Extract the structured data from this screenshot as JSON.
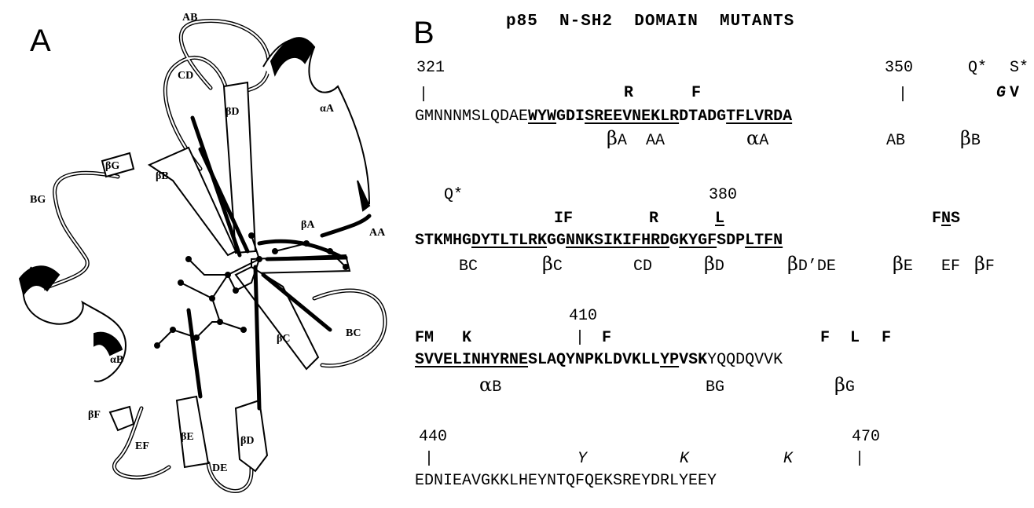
{
  "panel_a": {
    "letter": "A",
    "labels": {
      "AB": "AB",
      "CD": "CD",
      "bD_top": "βD",
      "bG": "βG",
      "bB": "βB",
      "aA": "αA",
      "BG": "BG",
      "bA": "βA",
      "AA": "AA",
      "BC": "BC",
      "aB": "αB",
      "bC": "βC",
      "bF": "βF",
      "EF": "EF",
      "bE": "βE",
      "bD_bottom": "βD",
      "DE": "DE"
    }
  },
  "panel_b": {
    "letter": "B",
    "title": "p85  N-SH2  DOMAIN  MUTANTS",
    "block1": {
      "num_start": "321",
      "num_mid": "350",
      "top_right_q": "Q*",
      "top_right_s": "S*",
      "tick_left": "|",
      "tick_mid": "|",
      "mut_R": "R",
      "mut_F": "F",
      "mut_G": "G",
      "mut_V": "V",
      "seq_a": "GMNNNMSLQDAE",
      "seq_b": "WYW",
      "seq_c": "GDI",
      "seq_d": "SREEVNEKLR",
      "seq_e": "DTADG",
      "seq_f": "TFLVRDA",
      "ss_bA_g": "β",
      "ss_bA_t": "A",
      "ss_AA": "AA",
      "ss_aA_g": "α",
      "ss_aA_t": "A",
      "ss_AB": "AB",
      "ss_bB_g": "β",
      "ss_bB_t": "B"
    },
    "block2": {
      "q_star": "Q*",
      "num": "380",
      "mut_IF": "IF",
      "mut_R": "R",
      "mut_L": "L",
      "mut_F": "F",
      "mut_N": "N",
      "mut_S": "S",
      "seq_a": "STKMHG",
      "seq_b": "DYTLTLRK",
      "seq_c": "GG",
      "seq_d": "NNKSIKIFHRD",
      "seq_e": "G",
      "seq_f": "KYGF",
      "seq_g": "SDP",
      "seq_h": "LTFN",
      "ss_BC": "BC",
      "ss_bC_g": "β",
      "ss_bC_t": "C",
      "ss_CD": "CD",
      "ss_bD_g": "β",
      "ss_bD_t": "D",
      "ss_bDp_g": "β",
      "ss_bDp_t": "D’DE",
      "ss_bE_g": "β",
      "ss_bE_t": "E",
      "ss_EF": "EF",
      "ss_bF_g": "β",
      "ss_bF_t": "F"
    },
    "block3": {
      "num": "410",
      "tick": "|",
      "mut_FM": "FM",
      "mut_K": "K",
      "mut_F1": "F",
      "mut_F2": "F",
      "mut_L": "L",
      "mut_F3": "F",
      "seq_a": "SVVELINHYRNE",
      "seq_b": "SLAQYNPKLDVKLL",
      "seq_c": "YP",
      "seq_d": "VSK",
      "seq_e": "YQQDQVVK",
      "ss_aB_g": "α",
      "ss_aB_t": "B",
      "ss_BG": "BG",
      "ss_bG_g": "β",
      "ss_bG_t": "G"
    },
    "block4": {
      "num_start": "440",
      "num_end": "470",
      "tick_left": "|",
      "tick_right": "|",
      "mut_Y": "Y",
      "mut_K1": "K",
      "mut_K2": "K",
      "seq": "EDNIEAVGKKLHEYNTQFQEKSREYDRLYEEY"
    }
  }
}
